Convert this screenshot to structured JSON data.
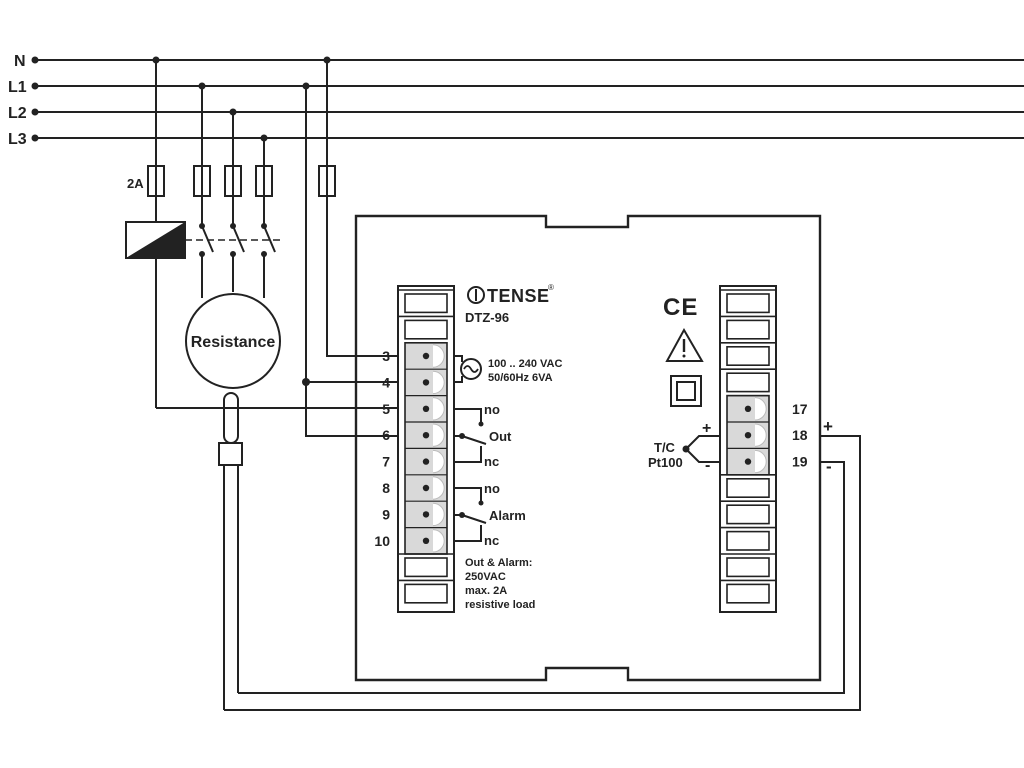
{
  "lines": {
    "n": "N",
    "l1": "L1",
    "l2": "L2",
    "l3": "L3"
  },
  "fuse_rating": "2A",
  "load_label": "Resistance",
  "device": {
    "brand": "TENSE",
    "model": "DTZ-96",
    "supply_line1": "100 .. 240 VAC",
    "supply_line2": "50/60Hz 6VA",
    "relay_note": [
      "Out & Alarm:",
      "250VAC",
      "max. 2A",
      "resistive load"
    ],
    "ce_mark": "CE",
    "icons": [
      "ce-mark-icon",
      "warning-triangle-icon",
      "double-insulation-icon",
      "ac-supply-icon"
    ]
  },
  "left_terminals": [
    "3",
    "4",
    "5",
    "6",
    "7",
    "8",
    "9",
    "10"
  ],
  "right_terminals": [
    "17",
    "18",
    "19"
  ],
  "contacts": {
    "out": "Out",
    "alarm": "Alarm",
    "no": "no",
    "nc": "nc"
  },
  "sensor": {
    "line1": "T/C",
    "line2": "Pt100",
    "plus": "+",
    "minus": "-"
  },
  "colors": {
    "line": "#222222",
    "terminal_fill": "#d9d9d9",
    "background": "#ffffff"
  }
}
